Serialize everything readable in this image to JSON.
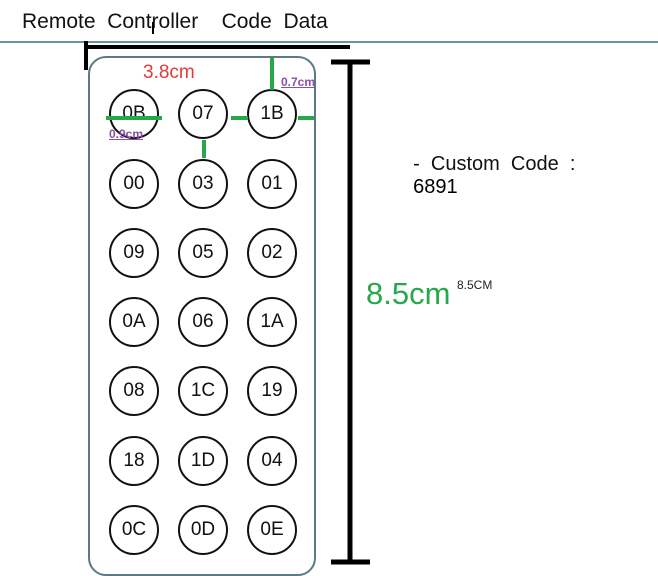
{
  "header": {
    "title": "Remote  Controller    Code  Data"
  },
  "dimensions": {
    "width": "3.8cm",
    "button_diameter": "0.9cm",
    "button_gap": "0.7cm",
    "height": "8.5cm",
    "height_small": "8.5CM"
  },
  "custom_code": {
    "prefix": "-  Custom  Code  :",
    "value": "6891"
  },
  "buttons": [
    [
      "0B",
      "07",
      "1B"
    ],
    [
      "00",
      "03",
      "01"
    ],
    [
      "09",
      "05",
      "02"
    ],
    [
      "0A",
      "06",
      "1A"
    ],
    [
      "08",
      "1C",
      "19"
    ],
    [
      "18",
      "1D",
      "04"
    ],
    [
      "0C",
      "0D",
      "0E"
    ]
  ],
  "colors": {
    "dimension_green": "#27a84a",
    "width_red": "#e03a3a",
    "label_purple": "#8a4fa6",
    "remote_outline": "#5b7a86"
  }
}
